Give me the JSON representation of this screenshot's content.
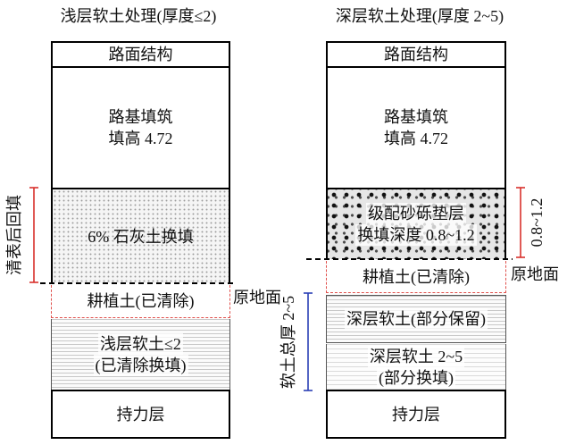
{
  "left": {
    "title": "浅层软土处理(厚度≤2)",
    "pavement": "路面结构",
    "embankment_line1": "路基填筑",
    "embankment_line2": "填高 4.72",
    "replacement": "6% 石灰土换填",
    "topsoil": "耕植土(已清除)",
    "soft_line1": "浅层软土≤2",
    "soft_line2": "(已清除换填)",
    "bearing": "持力层",
    "ground_label": "原地面",
    "bracket_label": "清表后回填"
  },
  "right": {
    "title": "深层软土处理(厚度 2~5)",
    "pavement": "路面结构",
    "embankment_line1": "路基填筑",
    "embankment_line2": "填高 4.72",
    "cushion_line1": "级配砂砾垫层",
    "cushion_line2": "换填深度 0.8~1.2",
    "topsoil": "耕植土(已清除)",
    "soft_retained": "深层软土(部分保留)",
    "soft_line1": "深层软土 2~5",
    "soft_line2": "(部分换填)",
    "bearing": "持力层",
    "ground_label": "原地面",
    "bracket_label": "0.8~1.2",
    "total_label": "软土总厚 2~5"
  },
  "colors": {
    "bracket_red": "#d9302c",
    "bracket_blue": "#2a3fb5",
    "topsoil_border": "#e0504c",
    "outline": "#000000"
  }
}
